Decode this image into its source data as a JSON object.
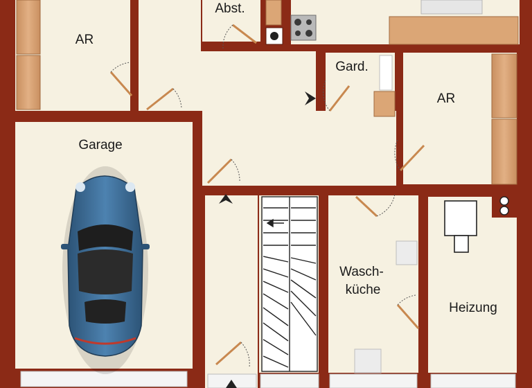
{
  "rooms": {
    "ar_top_left": "AR",
    "abst": "Abst.",
    "gard": "Gard.",
    "ar_right": "AR",
    "garage": "Garage",
    "wasch_line1": "Wasch-",
    "wasch_line2": "küche",
    "heizung": "Heizung"
  },
  "colors": {
    "wall": "#8b2a16",
    "floor": "#f6f1e1",
    "cabinet": "#d9a375",
    "car": "#3a6a93",
    "door": "#c8884f"
  }
}
